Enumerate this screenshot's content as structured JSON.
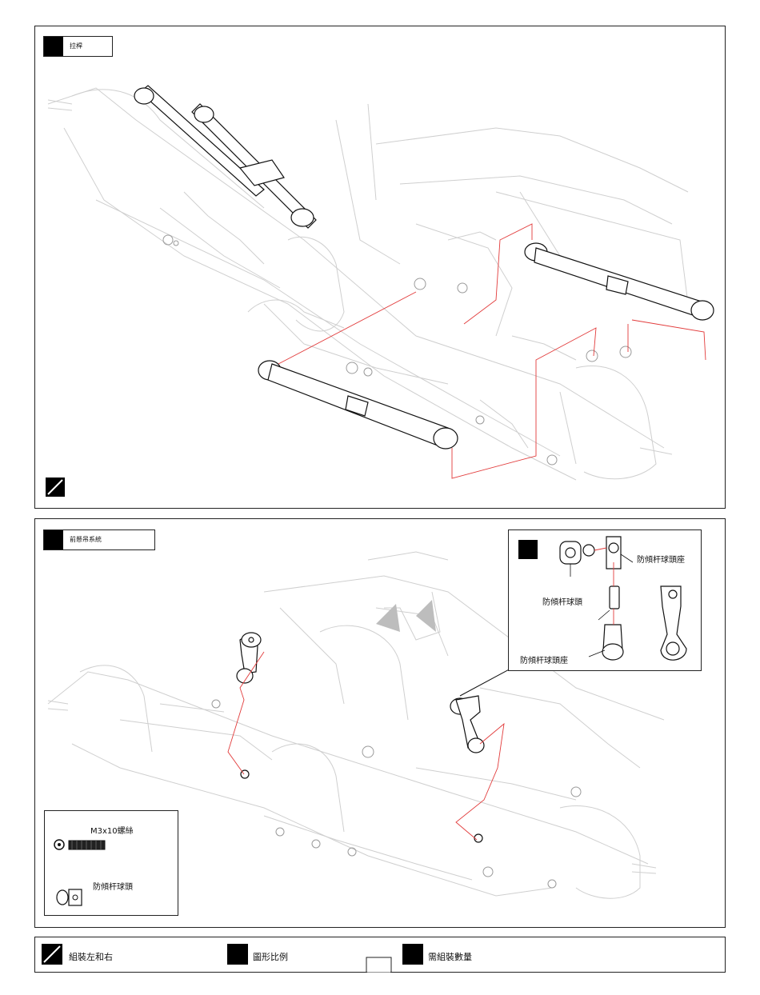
{
  "section1": {
    "title": "拉桿"
  },
  "section2": {
    "title": "前懸吊系統",
    "inset_labels": {
      "ball_end_top": "防傾杆球頭座",
      "ball_stud": "防傾杆球頭",
      "ball_end_bottom": "防傾杆球頭座"
    },
    "parts": {
      "screw": "M3x10螺絲",
      "ball_stud": "防傾杆球頭"
    }
  },
  "legend": {
    "left_right": "組裝左和右",
    "scale": "圖形比例",
    "quantity": "需組裝數量"
  }
}
